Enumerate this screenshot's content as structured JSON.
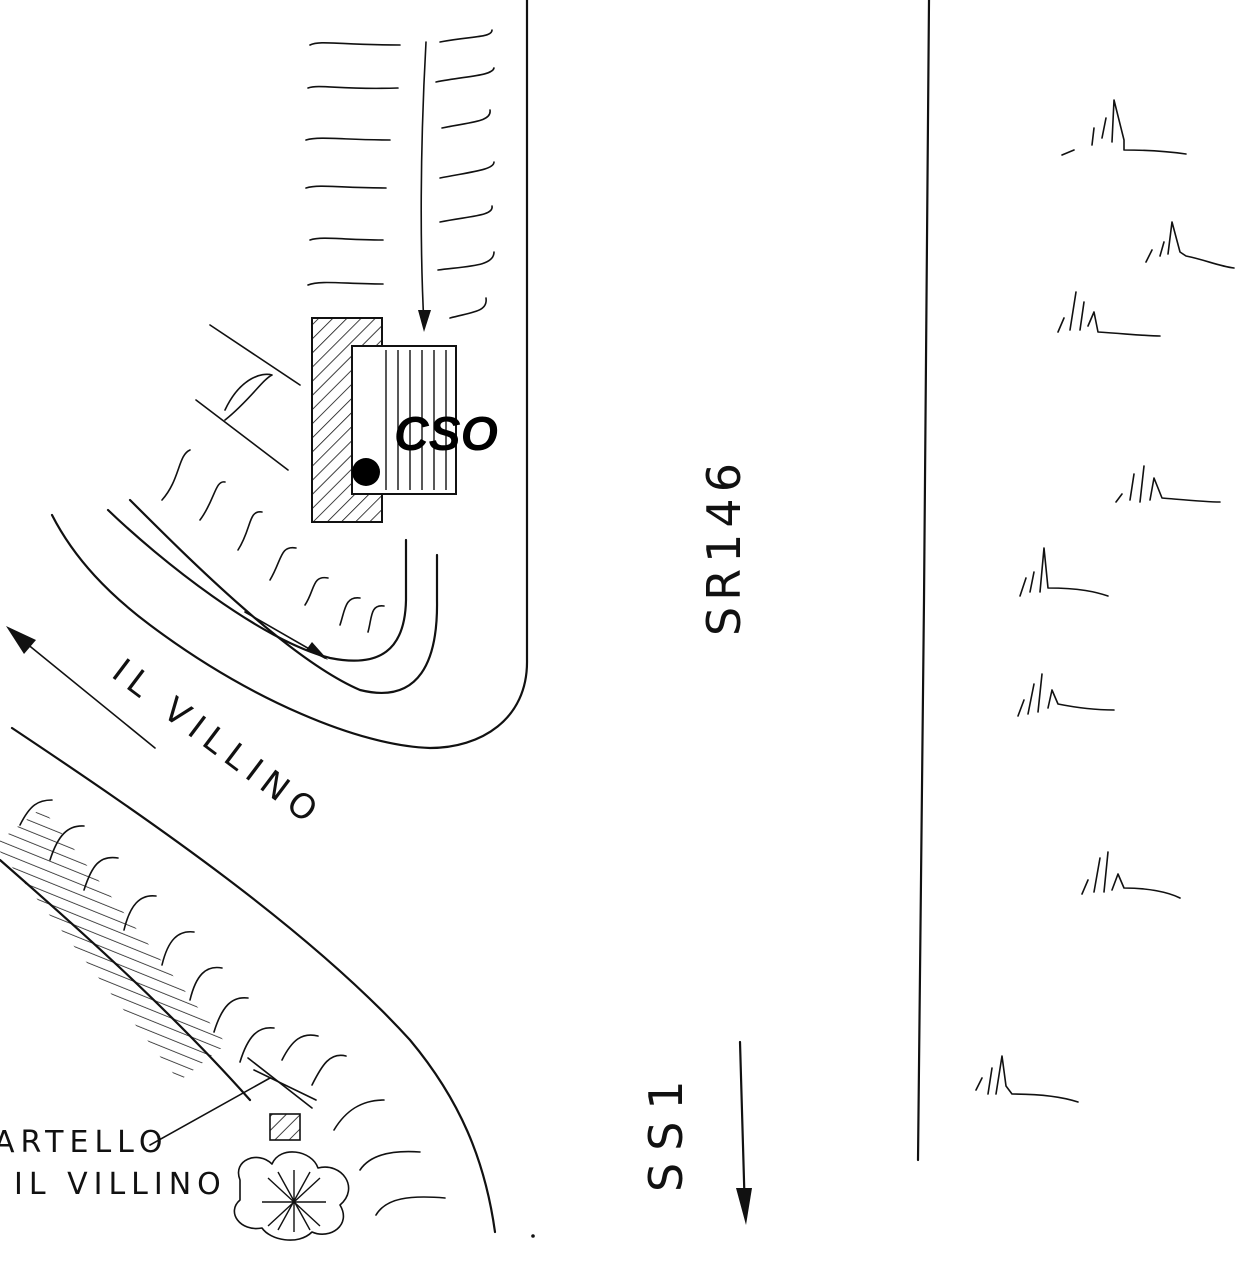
{
  "labels": {
    "cso": "CSO",
    "road_main": "SR146",
    "road_side": "IL VILLINO",
    "road_bottom": "SS1",
    "sign_line1": "ARTELLO",
    "sign_line2": "IL VILLINO"
  },
  "colors": {
    "ink": "#111111",
    "paper": "#ffffff"
  },
  "icons": {
    "cso_point": "filled-circle",
    "shrub": "bush-icon",
    "grass": "grass-tuft-icon",
    "direction": "arrow-icon"
  }
}
